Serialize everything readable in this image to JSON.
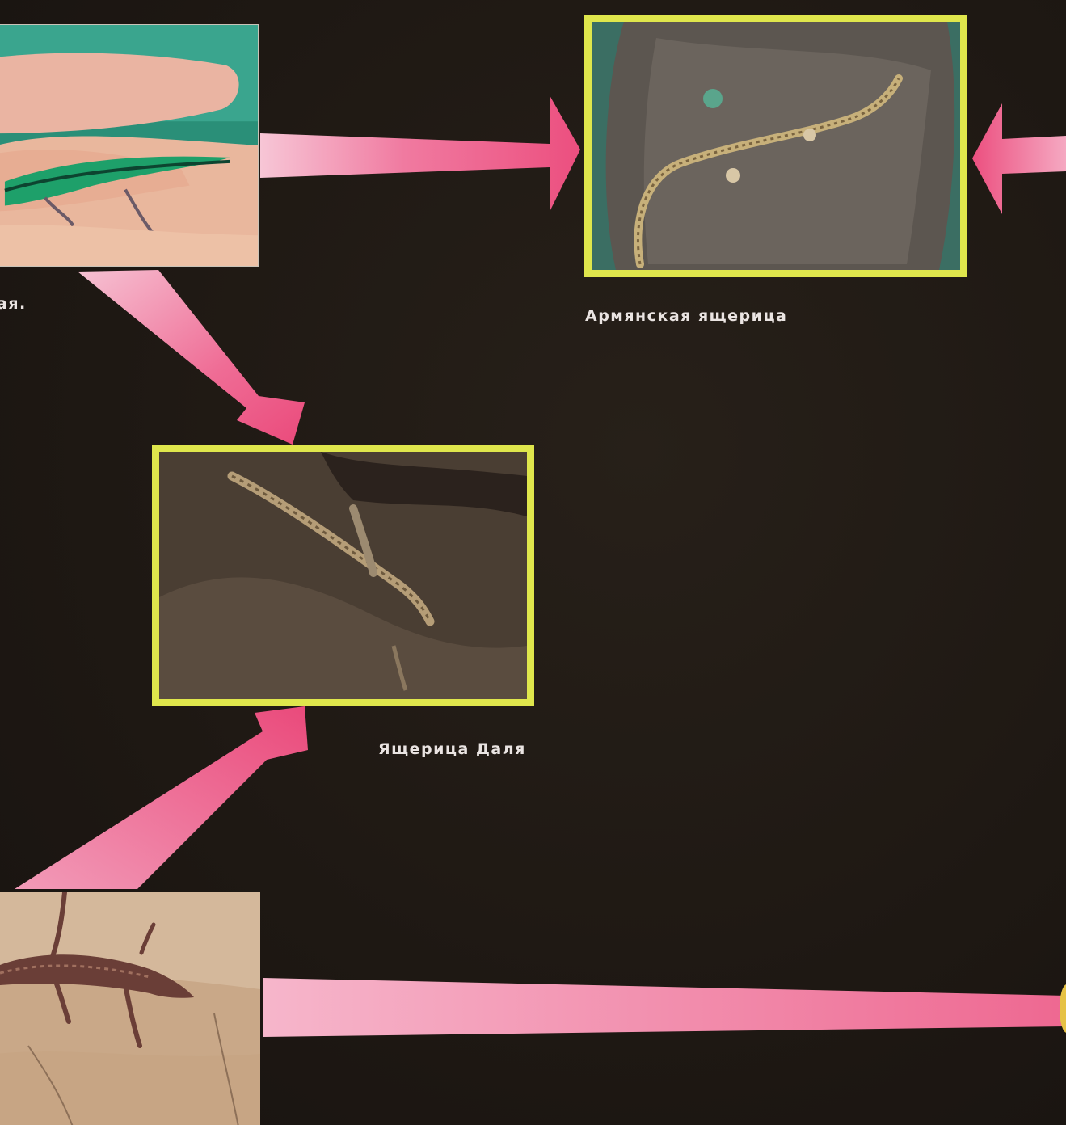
{
  "captions": {
    "left_partial": "ая.",
    "armenian": "Армянская ящерица",
    "dahl": "Ящерица Даля"
  },
  "photos": {
    "top_left": "green-lizard-on-hand",
    "armenian": "armenian-lizard-on-rock",
    "dahl": "dahl-lizard-on-rock",
    "bottom_left": "brown-lizard-on-sand"
  },
  "colors": {
    "background": "#1f1914",
    "arrow": "#ee5f8a",
    "frame": "#dfe64c",
    "caption_text": "#eae4e2"
  }
}
